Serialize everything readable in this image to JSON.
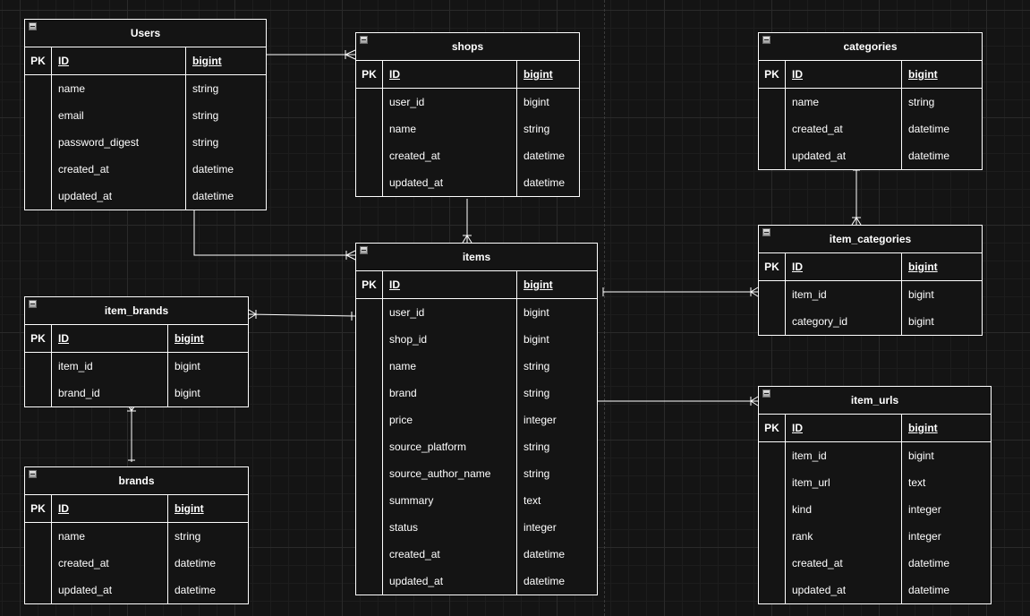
{
  "diagram": {
    "type": "entity-relationship",
    "colors": {
      "background": "#141414",
      "grid": "#2a2a2a",
      "stroke": "#ffffff",
      "text": "#ffffff"
    },
    "entities": {
      "users": {
        "title": "Users",
        "pk": {
          "key": "PK",
          "name": "ID",
          "type": "bigint"
        },
        "fields": [
          {
            "name": "name",
            "type": "string"
          },
          {
            "name": "email",
            "type": "string"
          },
          {
            "name": "password_digest",
            "type": "string"
          },
          {
            "name": "created_at",
            "type": "datetime"
          },
          {
            "name": "updated_at",
            "type": "datetime"
          }
        ]
      },
      "shops": {
        "title": "shops",
        "pk": {
          "key": "PK",
          "name": "ID",
          "type": "bigint"
        },
        "fields": [
          {
            "name": "user_id",
            "type": "bigint"
          },
          {
            "name": "name",
            "type": "string"
          },
          {
            "name": "created_at",
            "type": "datetime"
          },
          {
            "name": "updated_at",
            "type": "datetime"
          }
        ]
      },
      "categories": {
        "title": "categories",
        "pk": {
          "key": "PK",
          "name": "ID",
          "type": "bigint"
        },
        "fields": [
          {
            "name": "name",
            "type": "string"
          },
          {
            "name": "created_at",
            "type": "datetime"
          },
          {
            "name": "updated_at",
            "type": "datetime"
          }
        ]
      },
      "item_categories": {
        "title": "item_categories",
        "pk": {
          "key": "PK",
          "name": "ID",
          "type": "bigint"
        },
        "fields": [
          {
            "name": "item_id",
            "type": "bigint"
          },
          {
            "name": "category_id",
            "type": "bigint"
          }
        ]
      },
      "items": {
        "title": "items",
        "pk": {
          "key": "PK",
          "name": "ID",
          "type": "bigint"
        },
        "fields": [
          {
            "name": "user_id",
            "type": "bigint"
          },
          {
            "name": "shop_id",
            "type": "bigint"
          },
          {
            "name": "name",
            "type": "string"
          },
          {
            "name": "brand",
            "type": "string"
          },
          {
            "name": "price",
            "type": "integer"
          },
          {
            "name": "source_platform",
            "type": "string"
          },
          {
            "name": "source_author_name",
            "type": "string"
          },
          {
            "name": "summary",
            "type": "text"
          },
          {
            "name": "status",
            "type": "integer"
          },
          {
            "name": "created_at",
            "type": "datetime"
          },
          {
            "name": "updated_at",
            "type": "datetime"
          }
        ]
      },
      "item_brands": {
        "title": "item_brands",
        "pk": {
          "key": "PK",
          "name": "ID",
          "type": "bigint"
        },
        "fields": [
          {
            "name": "item_id",
            "type": "bigint"
          },
          {
            "name": "brand_id",
            "type": "bigint"
          }
        ]
      },
      "brands": {
        "title": "brands",
        "pk": {
          "key": "PK",
          "name": "ID",
          "type": "bigint"
        },
        "fields": [
          {
            "name": "name",
            "type": "string"
          },
          {
            "name": "created_at",
            "type": "datetime"
          },
          {
            "name": "updated_at",
            "type": "datetime"
          }
        ]
      },
      "item_urls": {
        "title": "item_urls",
        "pk": {
          "key": "PK",
          "name": "ID",
          "type": "bigint"
        },
        "fields": [
          {
            "name": "item_id",
            "type": "bigint"
          },
          {
            "name": "item_url",
            "type": "text"
          },
          {
            "name": "kind",
            "type": "integer"
          },
          {
            "name": "rank",
            "type": "integer"
          },
          {
            "name": "created_at",
            "type": "datetime"
          },
          {
            "name": "updated_at",
            "type": "datetime"
          }
        ]
      }
    },
    "relationships": [
      {
        "from": "Users",
        "to": "shops",
        "from_cardinality": "one",
        "to_cardinality": "one-or-many"
      },
      {
        "from": "Users",
        "to": "items",
        "from_cardinality": "one",
        "to_cardinality": "one-or-many"
      },
      {
        "from": "shops",
        "to": "items",
        "from_cardinality": "one",
        "to_cardinality": "one-or-many"
      },
      {
        "from": "categories",
        "to": "item_categories",
        "from_cardinality": "one",
        "to_cardinality": "one-or-many"
      },
      {
        "from": "items",
        "to": "item_categories",
        "from_cardinality": "one",
        "to_cardinality": "one-or-many"
      },
      {
        "from": "items",
        "to": "item_brands",
        "from_cardinality": "one",
        "to_cardinality": "one-or-many"
      },
      {
        "from": "brands",
        "to": "item_brands",
        "from_cardinality": "one",
        "to_cardinality": "one-or-many"
      },
      {
        "from": "items",
        "to": "item_urls",
        "from_cardinality": "one",
        "to_cardinality": "one-or-many"
      }
    ]
  }
}
